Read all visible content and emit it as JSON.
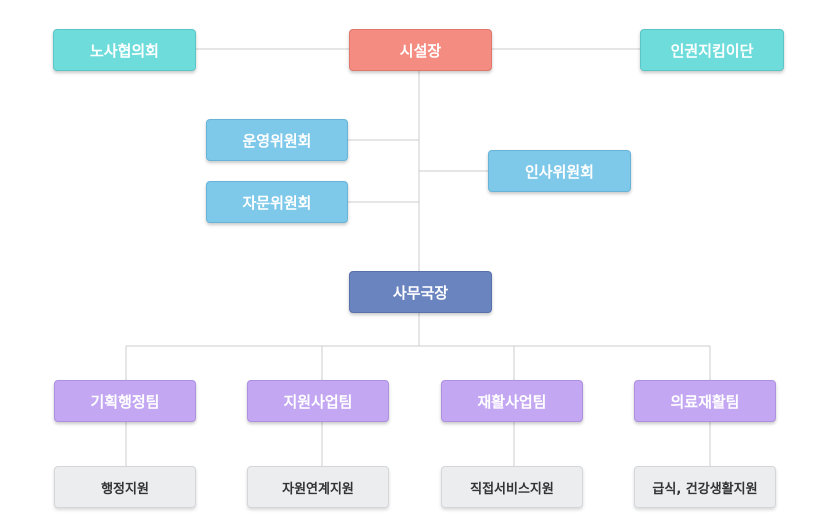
{
  "chart": {
    "head": "시설장",
    "left_top": "노사협의회",
    "right_top": "인권지킴이단",
    "committee_1": "운영위원회",
    "committee_2": "자문위원회",
    "committee_3": "인사위원회",
    "secretary": "사무국장",
    "teams": [
      {
        "name": "기획행정팀",
        "sub": "행정지원"
      },
      {
        "name": "지원사업팀",
        "sub": "자원연계지원"
      },
      {
        "name": "재활사업팀",
        "sub": "직접서비스지원"
      },
      {
        "name": "의료재활팀",
        "sub": "급식, 건강생활지원"
      }
    ]
  },
  "colors": {
    "teal": "#6fdcdc",
    "red": "#f58c82",
    "blue": "#7ec8ea",
    "navy": "#6a84bf",
    "purple": "#c3a7f2",
    "gray": "#ecedef",
    "line": "#cccccc"
  }
}
